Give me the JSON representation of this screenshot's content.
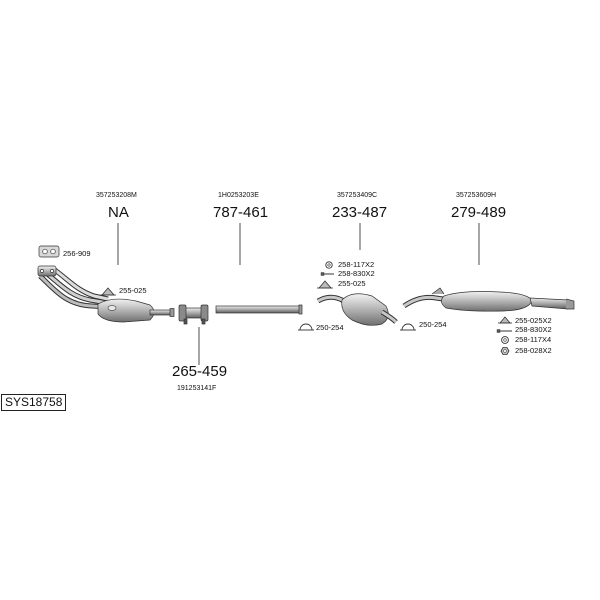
{
  "system_code": "SYS18758",
  "groups": [
    {
      "oem": "357253208M",
      "code": "NA"
    },
    {
      "oem": "1H0253203E",
      "code": "787-461"
    },
    {
      "oem": "357253409C",
      "code": "233-487"
    },
    {
      "oem": "357253609H",
      "code": "279-489"
    },
    {
      "oem": "191253141F",
      "code": "265-459"
    }
  ],
  "accessories": [
    {
      "code": "256-909",
      "icon": "gasket-icon"
    },
    {
      "code": "255-025",
      "icon": "hanger-icon"
    },
    {
      "code": "258-117X2",
      "icon": "ring-icon"
    },
    {
      "code": "258-830X2",
      "icon": "bolt-icon"
    },
    {
      "code": "255-025",
      "icon": "hanger-icon"
    },
    {
      "code": "250-254",
      "icon": "clamp-icon"
    },
    {
      "code": "250-254",
      "icon": "clamp-icon"
    },
    {
      "code": "255-025X2",
      "icon": "hanger-icon"
    },
    {
      "code": "258-830X2",
      "icon": "bolt-icon"
    },
    {
      "code": "258-117X4",
      "icon": "ring-icon"
    },
    {
      "code": "258-028X2",
      "icon": "nut-icon"
    }
  ]
}
